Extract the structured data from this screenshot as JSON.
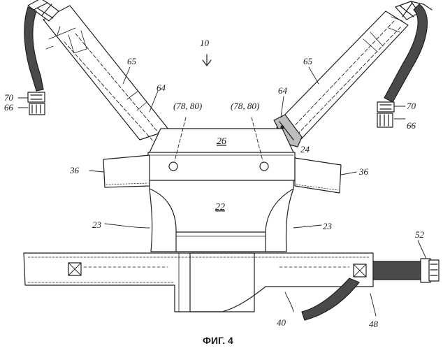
{
  "figure": {
    "caption": "ФИГ. 4",
    "labels": {
      "ref_10": "10",
      "ref_26": "26",
      "ref_24": "24",
      "ref_22": "22",
      "ref_23": "23",
      "ref_36": "36",
      "ref_65": "65",
      "ref_64": "64",
      "ref_70": "70",
      "ref_66": "66",
      "ref_78_80": "(78, 80)",
      "ref_52": "52",
      "ref_48": "48",
      "ref_40": "40"
    }
  }
}
